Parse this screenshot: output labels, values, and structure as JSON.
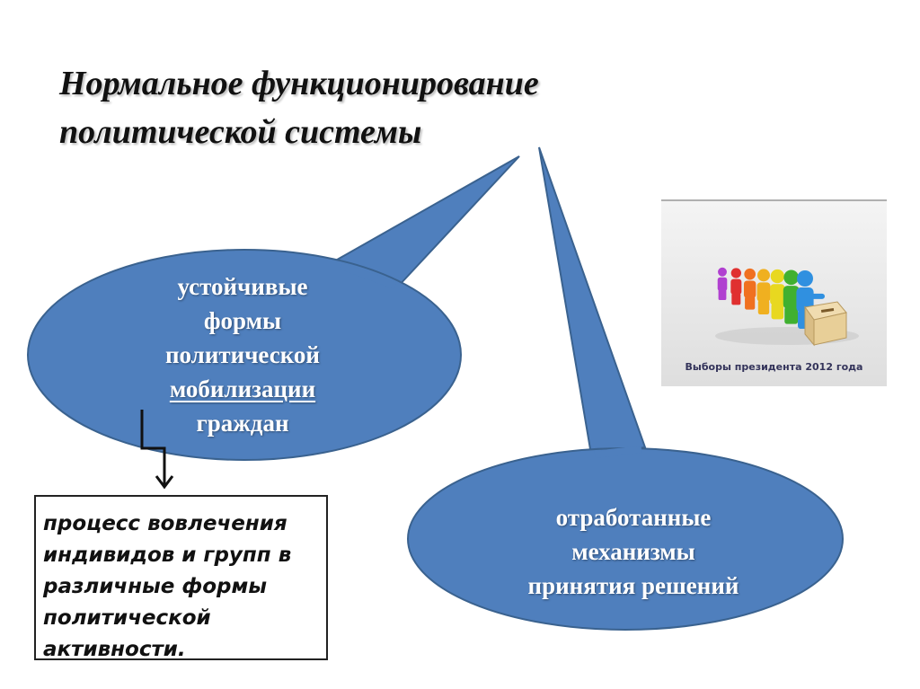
{
  "title": {
    "line1": "Нормальное функционирование",
    "line2": "политической системы"
  },
  "bubble_left": {
    "line1": "устойчивые",
    "line2": "формы",
    "line3": "политической",
    "line4": "мобилизации",
    "line5": "граждан"
  },
  "bubble_right": {
    "line1": "отработанные",
    "line2": "механизмы",
    "line3": "принятия решений"
  },
  "definition_box": {
    "line1": "процесс вовлечения",
    "line2": "индивидов и групп в",
    "line3": "различные формы",
    "line4": "политической",
    "line5": "активности."
  },
  "photo": {
    "caption": "Выборы президента 2012 года",
    "figure_colors": [
      "#b040d0",
      "#e03030",
      "#f07020",
      "#f0b020",
      "#e8d820",
      "#40b030",
      "#3090e0"
    ]
  },
  "colors": {
    "bubble_fill": "#4f7fbd",
    "bubble_stroke": "#3a628f",
    "text": "#111111"
  }
}
